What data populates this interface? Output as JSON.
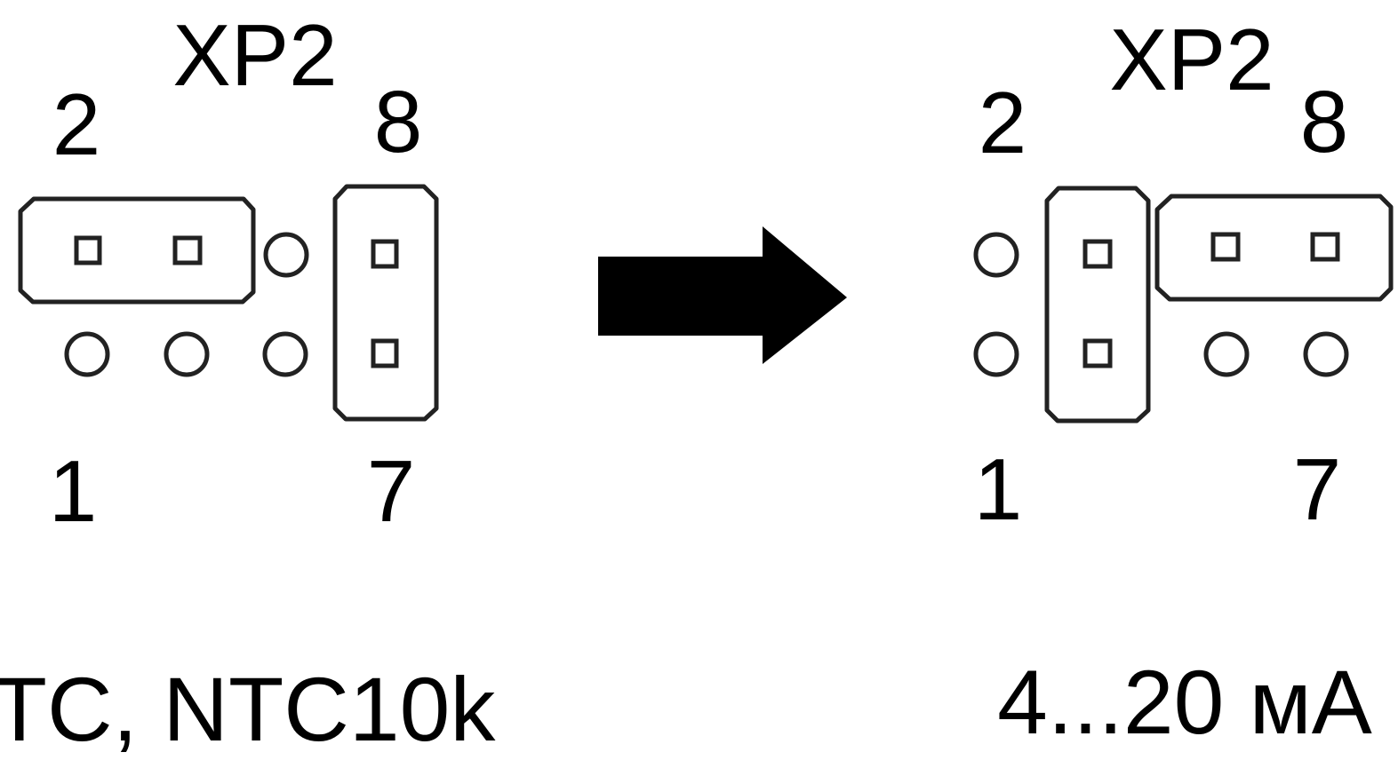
{
  "diagram": {
    "left_config": {
      "header": "XP2",
      "pin_labels": {
        "top_left": "2",
        "top_right": "8",
        "bottom_left": "1",
        "bottom_right": "7"
      },
      "caption": "TC, NTC10k"
    },
    "right_config": {
      "header": "XP2",
      "pin_labels": {
        "top_left": "2",
        "top_right": "8",
        "bottom_left": "1",
        "bottom_right": "7"
      },
      "caption": "4...20 мА"
    },
    "colors": {
      "stroke": "#222222",
      "arrow": "#000000",
      "text": "#000000",
      "background": "#ffffff"
    }
  }
}
